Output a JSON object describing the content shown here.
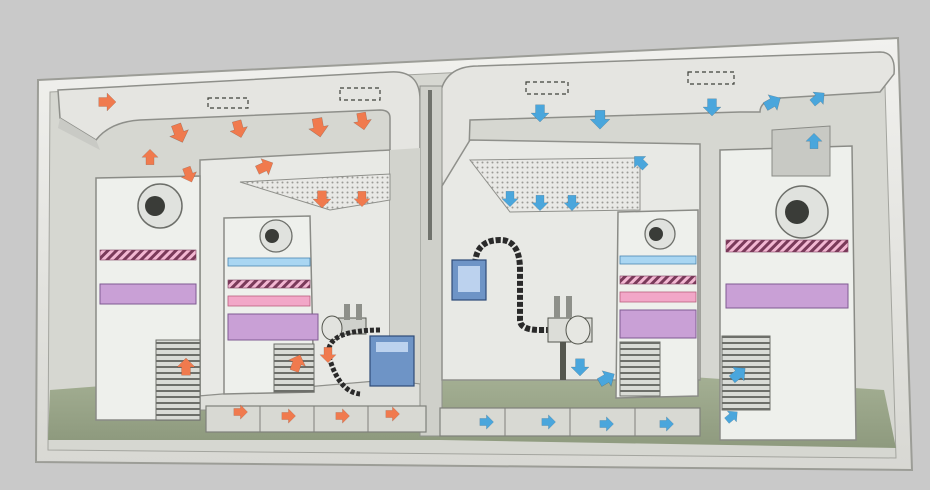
{
  "diagram": {
    "subject": "",
    "colors": {
      "background": "#c9c9c9",
      "outer_shell": "#e7e7e3",
      "outer_edge": "#b9bab4",
      "floor": "#9da88c",
      "wall": "#dcdcd8",
      "unit_body": "#eef0ec",
      "duct": "#e3e3df",
      "warm_arrow": "#f07a4e",
      "cool_arrow": "#4aa6dc",
      "filter_pink": "#f2a7c8",
      "filter_purple": "#c9a0d6",
      "filter_blue": "#a9d6f2",
      "hose": "#2a2a2a"
    },
    "rooms": [
      {
        "side": "left",
        "airflow": "warm"
      },
      {
        "side": "right",
        "airflow": "cool"
      }
    ]
  }
}
